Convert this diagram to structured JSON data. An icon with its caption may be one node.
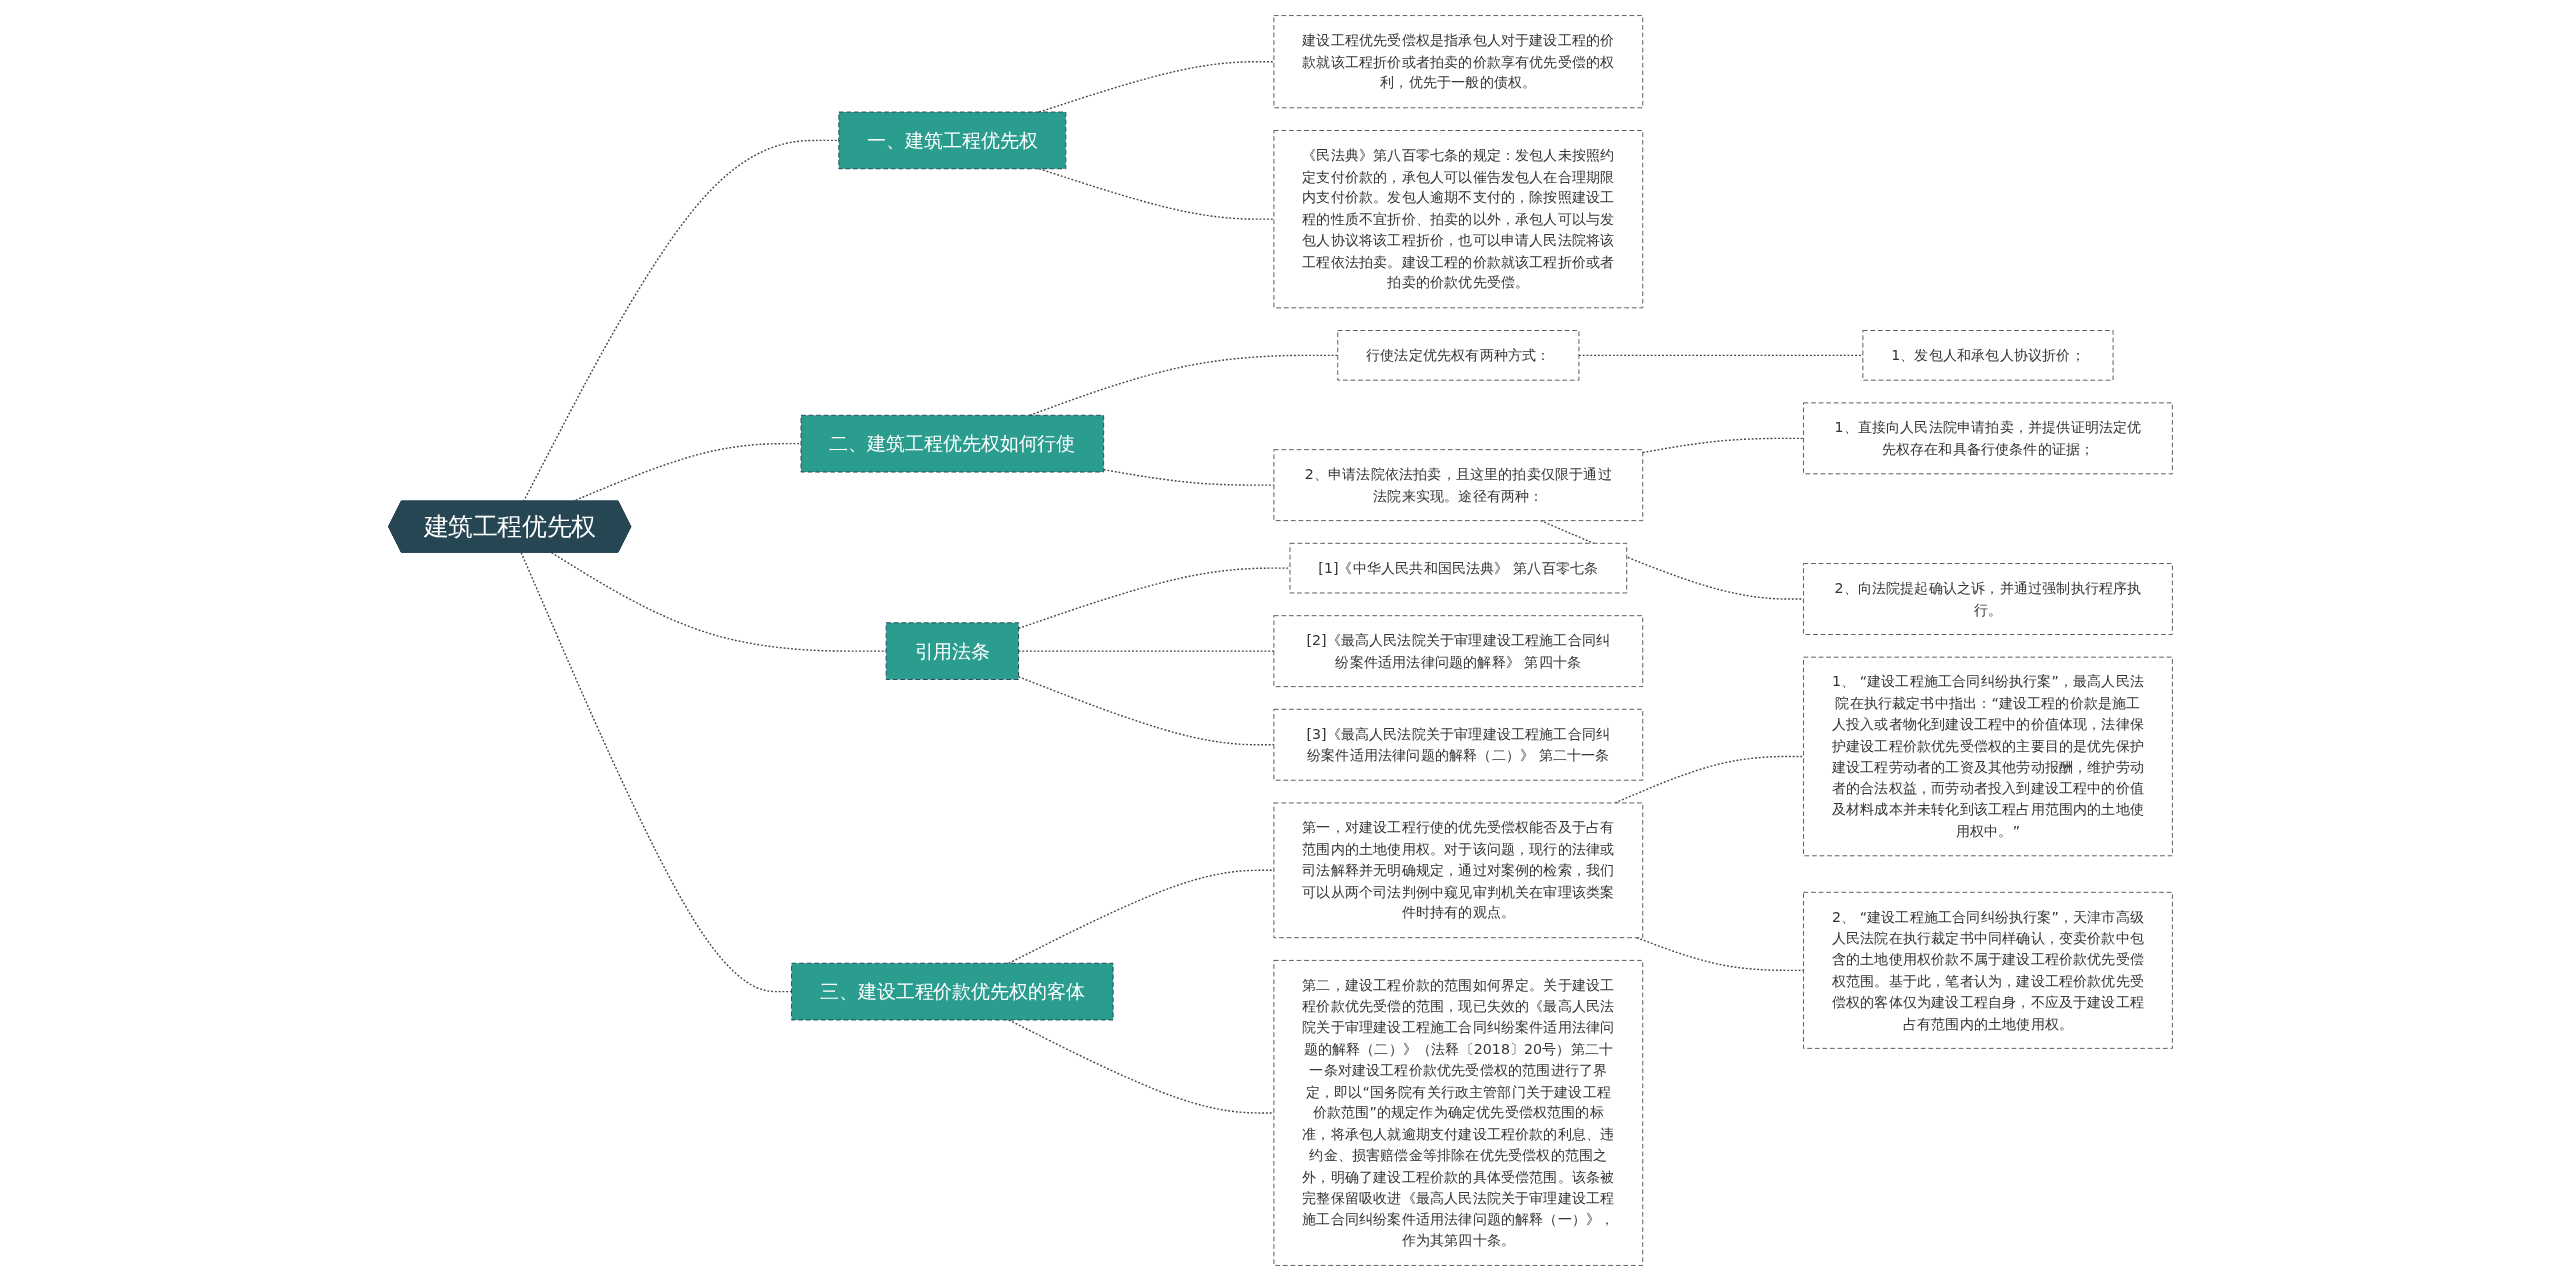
{
  "diagram": {
    "nodes": [
      {
        "text": [
          "建筑工程优先权"
        ]
      },
      {
        "text": [
          "一、建筑工程优先权"
        ]
      },
      {
        "text": [
          "建设工程优先受偿权是指承包人对于建设工程的价款就该工程折价或者拍卖的价款享有优先受偿的权利，优先于一般的债权。"
        ]
      },
      {
        "text": [
          "《民法典》第八百零七条的规定：发包人未按照约定支付价款的，承包人可以催告发包人在合理期限内支付价款。发包人逾期不支付的，除按照建设工程的性质不宜折价、拍卖的以外，承包人可以与发包人协议将该工程折价，也可以申请人民法院将该工程依法拍卖。建设工程的价款就该工程折价或者拍卖的价款优先受偿。"
        ]
      },
      {
        "text": [
          "二、建筑工程优先权如何行使"
        ]
      },
      {
        "text": [
          "行使法定优先权有两种方式："
        ]
      },
      {
        "text": [
          "1、发包人和承包人协议折价；"
        ]
      },
      {
        "text": [
          "2、申请法院依法拍卖，且这里的拍卖仅限于通过法院来实现。途径有两种："
        ]
      },
      {
        "text": [
          "1、直接向人民法院申请拍卖，并提供证明法定优先权存在和具备行使条件的证据；"
        ]
      },
      {
        "text": [
          "2、向法院提起确认之诉，并通过强制执行程序执行。"
        ]
      },
      {
        "text": [
          "引用法条"
        ]
      },
      {
        "text": [
          "[1]《中华人民共和国民法典》 第八百零七条"
        ]
      },
      {
        "text": [
          "[2]《最高人民法院关于审理建设工程施工合同纠纷案件适用法律问题的解释》 第四十条"
        ]
      },
      {
        "text": [
          "[3]《最高人民法院关于审理建设工程施工合同纠纷案件适用法律问题的解释（二）》 第二十一条"
        ]
      },
      {
        "text": [
          "三、建设工程价款优先权的客体"
        ]
      },
      {
        "text": [
          "第一，对建设工程行使的优先受偿权能否及于占有范围内的土地使用权。对于该问题，现行的法律或司法解释并无明确规定，通过对案例的检索，我们可以从两个司法判例中窥见审判机关在审理该类案件时持有的观点。"
        ]
      },
      {
        "text": [
          "1、 “建设工程施工合同纠纷执行案”，最高人民法院在执行裁定书中指出：“建设工程的价款是施工人投入或者物化到建设工程中的价值体现，法律保护建设工程价款优先受偿权的主要目的是优先保护建设工程劳动者的工资及其他劳动报酬，维护劳动者的合法权益，而劳动者投入到建设工程中的价值及材料成本并未转化到该工程占用范围内的土地使用权中。”"
        ]
      },
      {
        "text": [
          "2、 “建设工程施工合同纠纷执行案”，天津市高级人民法院在执行裁定书中同样确认，变卖价款中包含的土地使用权价款不属于建设工程价款优先受偿权范围。基于此，笔者认为，建设工程价款优先受偿权的客体仅为建设工程自身，不应及于建设工程占有范围内的土地使用权。"
        ]
      },
      {
        "text": [
          "第二，建设工程价款的范围如何界定。关于建设工程价款优先受偿的范围，现已失效的《最高人民法院关于审理建设工程施工合同纠纷案件适用法律问题的解释（二）》（法释〔2018〕20号）第二十一条对建设工程价款优先受偿权的范围进行了界定，即以“国务院有关行政主管部门关于建设工程价款范围”的规定作为确定优先受偿权范围的标准，将承包人就逾期支付建设工程价款的利息、违约金、损害赔偿金等排除在优先受偿权的范围之外，明确了建设工程价款的具体受偿范围。该条被完整保留吸收进《最高人民法院关于审理建设工程施工合同纠纷案件适用法律问题的解释（一）》，作为其第四十条。"
        ]
      }
    ],
    "edges": [
      {
        "from": 0,
        "to": 1,
        "arrow": "none",
        "style": "dashed"
      },
      {
        "from": 1,
        "to": 2,
        "arrow": "none",
        "style": "dashed"
      },
      {
        "from": 1,
        "to": 3,
        "arrow": "none",
        "style": "dashed"
      },
      {
        "from": 0,
        "to": 4,
        "arrow": "none",
        "style": "dashed"
      },
      {
        "from": 4,
        "to": 5,
        "arrow": "none",
        "style": "dashed"
      },
      {
        "from": 5,
        "to": 6,
        "arrow": "none",
        "style": "dashed"
      },
      {
        "from": 4,
        "to": 7,
        "arrow": "none",
        "style": "dashed"
      },
      {
        "from": 7,
        "to": 8,
        "arrow": "none",
        "style": "dashed"
      },
      {
        "from": 7,
        "to": 9,
        "arrow": "none",
        "style": "dashed"
      },
      {
        "from": 0,
        "to": 10,
        "arrow": "none",
        "style": "dashed"
      },
      {
        "from": 10,
        "to": 11,
        "arrow": "none",
        "style": "dashed"
      },
      {
        "from": 10,
        "to": 12,
        "arrow": "none",
        "style": "dashed"
      },
      {
        "from": 10,
        "to": 13,
        "arrow": "none",
        "style": "dashed"
      },
      {
        "from": 0,
        "to": 14,
        "arrow": "none",
        "style": "dashed"
      },
      {
        "from": 14,
        "to": 15,
        "arrow": "none",
        "style": "dashed"
      },
      {
        "from": 15,
        "to": 16,
        "arrow": "none",
        "style": "dashed"
      },
      {
        "from": 15,
        "to": 17,
        "arrow": "none",
        "style": "dashed"
      },
      {
        "from": 14,
        "to": 18,
        "arrow": "none",
        "style": "dashed"
      }
    ]
  }
}
